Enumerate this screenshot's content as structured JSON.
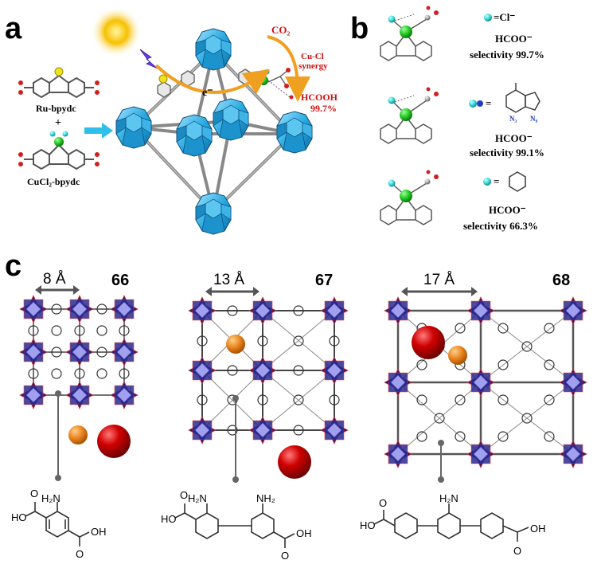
{
  "panel_a": {
    "letter": "a",
    "ru_label": "Ru-bpydc",
    "plus": "+",
    "cucl_label": "CuCl₂-bpydc",
    "electron": "e⁻",
    "co2": "CO₂",
    "synergy_1": "Cu-Cl",
    "synergy_2": "synergy",
    "product": "HCOOH",
    "product_selectivity": "99.7%"
  },
  "panel_b": {
    "letter": "b",
    "rows": [
      {
        "legend": "=Cl⁻",
        "product": "HCOO⁻",
        "selectivity": "selectivity  99.7%"
      },
      {
        "legend": "=",
        "n3": "N₃",
        "n9": "N₉",
        "product": "HCOO⁻",
        "selectivity": "selectivity  99.1%"
      },
      {
        "legend": "=",
        "product": "HCOO⁻",
        "selectivity": "selectivity  66.3%"
      }
    ]
  },
  "panel_c": {
    "letter": "c",
    "frameworks": [
      {
        "id": "66",
        "pore": "8 Å",
        "linker_nh2": "H₂N",
        "linker_oh_left": "HO",
        "linker_oh_right": "OH"
      },
      {
        "id": "67",
        "pore": "13 Å",
        "linker_nh2": "H₂N",
        "linker_nh2_right": "NH₂",
        "linker_oh_left": "HO",
        "linker_oh_right": "OH"
      },
      {
        "id": "68",
        "pore": "17 Å",
        "linker_nh2": "H₂N",
        "linker_oh_left": "HO",
        "linker_oh_right": "OH"
      }
    ]
  },
  "colors": {
    "cu": "#1fc41f",
    "cl": "#35d6d6",
    "cluster": "#2aa9e0",
    "zr_node": "#1d1d7a",
    "zr_core": "#9a9ae8",
    "big_sphere": "#c40000",
    "small_sphere": "#e98520",
    "arrow_gold": "#f0a020",
    "red_text": "#d01010",
    "sun": "#f7c000"
  }
}
